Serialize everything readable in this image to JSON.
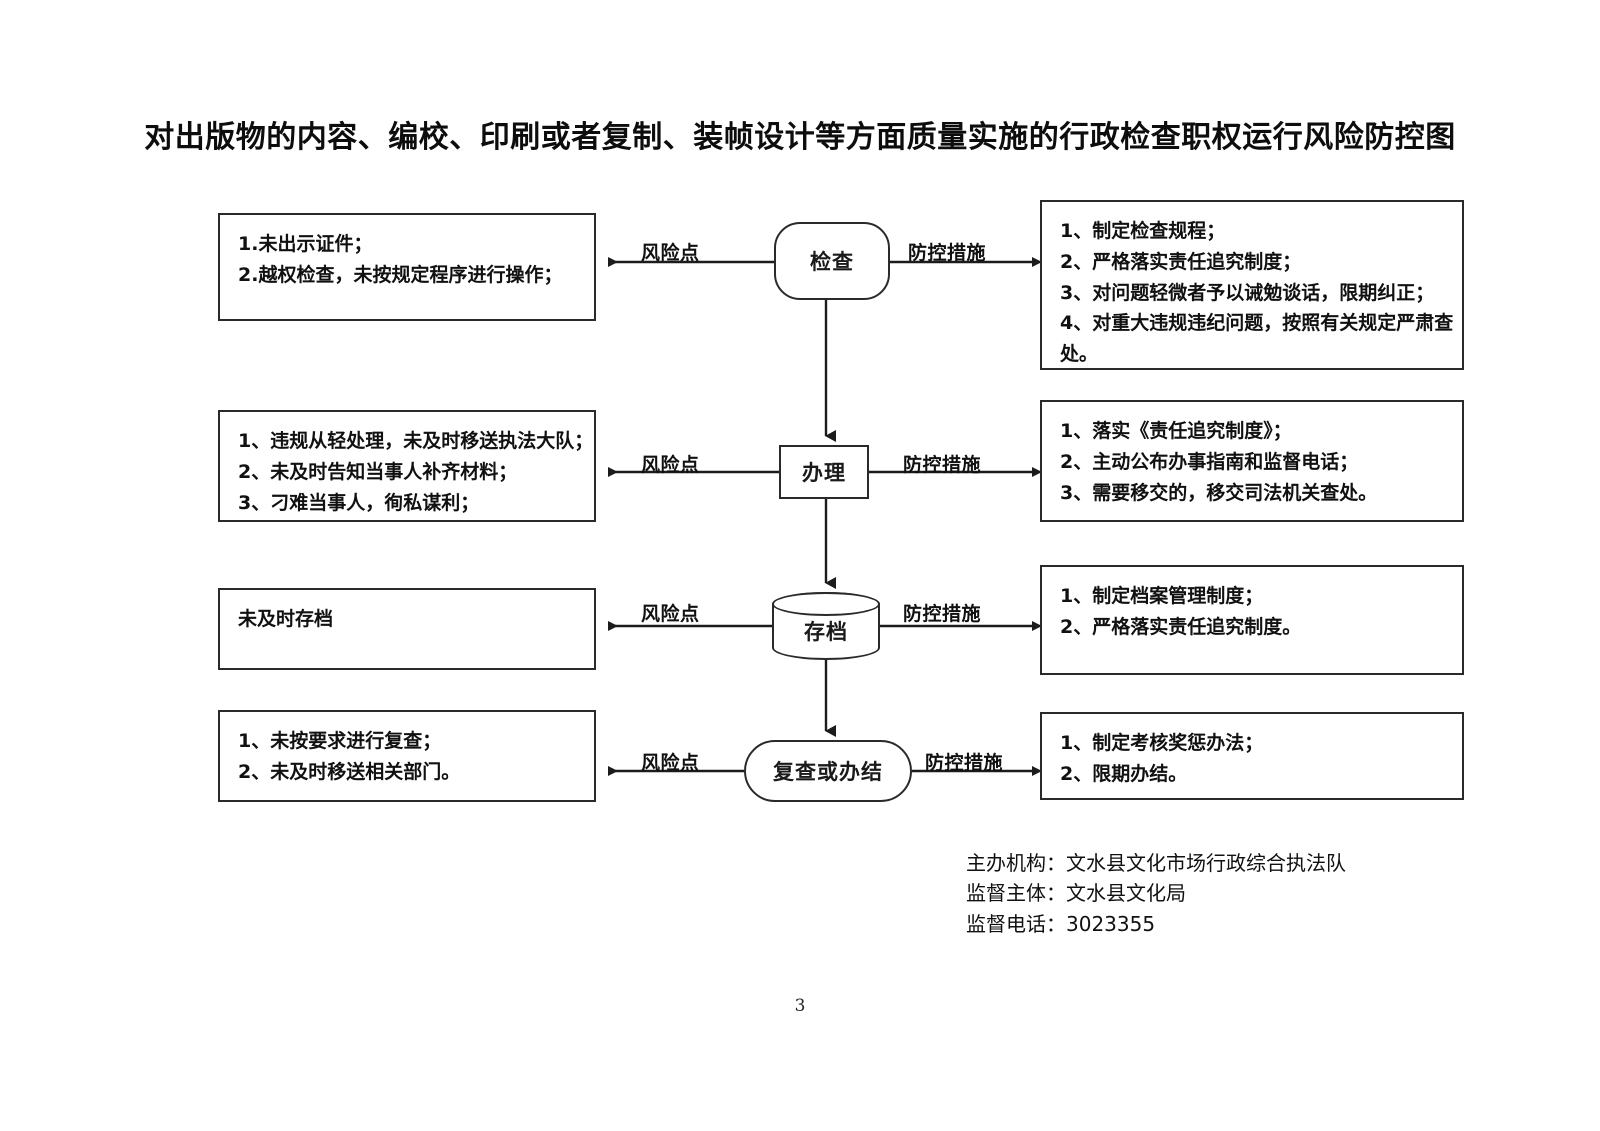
{
  "document": {
    "title": "对出版物的内容、编校、印刷或者复制、装帧设计等方面质量实施的行政检查职权运行风险防控图",
    "page_number": "3"
  },
  "arrow_labels": {
    "risk": "风险点",
    "measure": "防控措施"
  },
  "nodes": [
    {
      "id": "inspect",
      "label": "检查",
      "shape": "rounded-rectangle"
    },
    {
      "id": "process",
      "label": "办理",
      "shape": "rectangle"
    },
    {
      "id": "archive",
      "label": "存档",
      "shape": "cylinder"
    },
    {
      "id": "review",
      "label": "复查或办结",
      "shape": "stadium"
    }
  ],
  "risk_boxes": [
    {
      "id": "risk-1",
      "lines": [
        "1.未出示证件；",
        "2.越权检查，未按规定程序进行操作；"
      ]
    },
    {
      "id": "risk-2",
      "lines": [
        "1、违规从轻处理，未及时移送执法大队；",
        "2、未及时告知当事人补齐材料；",
        "3、刁难当事人，徇私谋利；"
      ]
    },
    {
      "id": "risk-3",
      "lines": [
        "未及时存档"
      ]
    },
    {
      "id": "risk-4",
      "lines": [
        "1、未按要求进行复查；",
        "2、未及时移送相关部门。"
      ]
    }
  ],
  "measure_boxes": [
    {
      "id": "measure-1",
      "lines": [
        "1、制定检查规程；",
        "2、严格落实责任追究制度；",
        "3、对问题轻微者予以诫勉谈话，限期纠正；",
        "4、对重大违规违纪问题，按照有关规定严肃查",
        "处。"
      ]
    },
    {
      "id": "measure-2",
      "lines": [
        "1、落实《责任追究制度》；",
        "2、主动公布办事指南和监督电话；",
        "3、需要移交的，移交司法机关查处。"
      ]
    },
    {
      "id": "measure-3",
      "lines": [
        "1、制定档案管理制度；",
        "2、严格落实责任追究制度。"
      ]
    },
    {
      "id": "measure-4",
      "lines": [
        "1、制定考核奖惩办法；",
        "2、限期办结。"
      ]
    }
  ],
  "footer": {
    "lines": [
      "主办机构：文水县文化市场行政综合执法队",
      "监督主体：文水县文化局",
      "监督电话：3023355"
    ]
  },
  "colors": {
    "stroke": "#2a2a2a",
    "text": "#111111",
    "background": "#ffffff"
  }
}
